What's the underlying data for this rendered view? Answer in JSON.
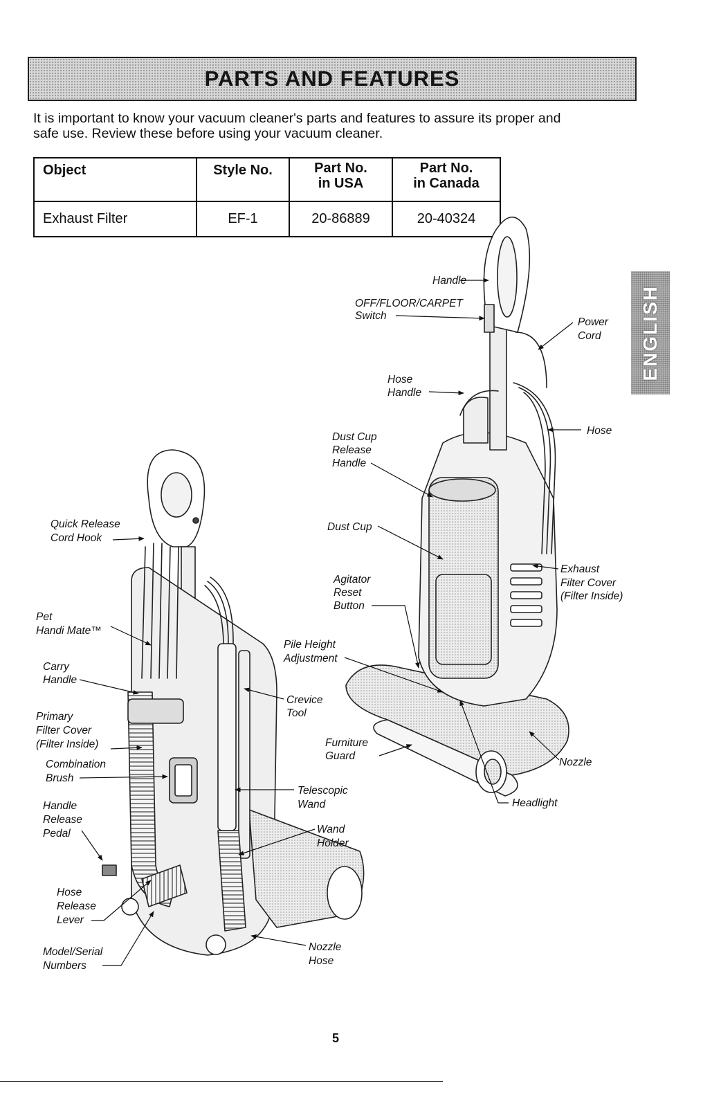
{
  "title": "PARTS AND FEATURES",
  "intro": {
    "line1": "It is important to know your vacuum cleaner's parts and features to assure its proper and",
    "line2": "safe use. Review these before using your vacuum cleaner."
  },
  "table": {
    "headers": {
      "object": "Object",
      "style": "Style No.",
      "usa_1": "Part No.",
      "usa_2": "in USA",
      "canada_1": "Part No.",
      "canada_2": "in Canada"
    },
    "row": {
      "object": "Exhaust Filter",
      "style": "EF-1",
      "usa": "20-86889",
      "canada": "20-40324"
    }
  },
  "language_tab": "ENGLISH",
  "labels": {
    "handle": "Handle",
    "switch_1": "OFF/FLOOR/CARPET",
    "switch_2": "Switch",
    "power_cord_1": "Power",
    "power_cord_2": "Cord",
    "hose_handle_1": "Hose",
    "hose_handle_2": "Handle",
    "hose": "Hose",
    "dust_cup_release_1": "Dust Cup",
    "dust_cup_release_2": "Release",
    "dust_cup_release_3": "Handle",
    "dust_cup": "Dust Cup",
    "exhaust_cover_1": "Exhaust",
    "exhaust_cover_2": "Filter Cover",
    "exhaust_cover_3": "(Filter Inside)",
    "agitator_1": "Agitator",
    "agitator_2": "Reset",
    "agitator_3": "Button",
    "pile_height_1": "Pile Height",
    "pile_height_2": "Adjustment",
    "furniture_guard_1": "Furniture",
    "furniture_guard_2": "Guard",
    "nozzle": "Nozzle",
    "headlight": "Headlight",
    "quick_release_1": "Quick Release",
    "quick_release_2": "Cord Hook",
    "pet_handi_1": "Pet",
    "pet_handi_2": "Handi Mate™",
    "carry_handle_1": "Carry",
    "carry_handle_2": "Handle",
    "primary_filter_1": "Primary",
    "primary_filter_2": "Filter Cover",
    "primary_filter_3": "(Filter Inside)",
    "combination_brush_1": "Combination",
    "combination_brush_2": "Brush",
    "handle_release_1": "Handle",
    "handle_release_2": "Release",
    "handle_release_3": "Pedal",
    "hose_release_1": "Hose",
    "hose_release_2": "Release",
    "hose_release_3": "Lever",
    "model_serial_1": "Model/Serial",
    "model_serial_2": "Numbers",
    "crevice_tool_1": "Crevice",
    "crevice_tool_2": "Tool",
    "telescopic_wand_1": "Telescopic",
    "telescopic_wand_2": "Wand",
    "wand_holder_1": "Wand",
    "wand_holder_2": "Holder",
    "nozzle_hose_1": "Nozzle",
    "nozzle_hose_2": "Hose"
  },
  "page_number": "5"
}
